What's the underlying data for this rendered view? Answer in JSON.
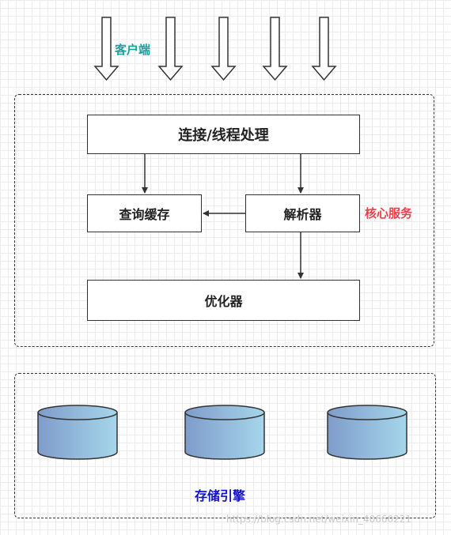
{
  "client": {
    "label": "客户端",
    "color": "#19a39a"
  },
  "core": {
    "label": "核心服务",
    "color": "#e8434a",
    "connection_box": "连接/线程处理",
    "cache_box": "查询缓存",
    "parser_box": "解析器",
    "optimizer_box": "优化器"
  },
  "storage": {
    "label": "存储引擎",
    "color": "#1111cc",
    "cylinder_color_start": "#7f9ccb",
    "cylinder_color_end": "#a6d6ea"
  },
  "watermark": "https://blog.csdn.net/weixin_40660221"
}
